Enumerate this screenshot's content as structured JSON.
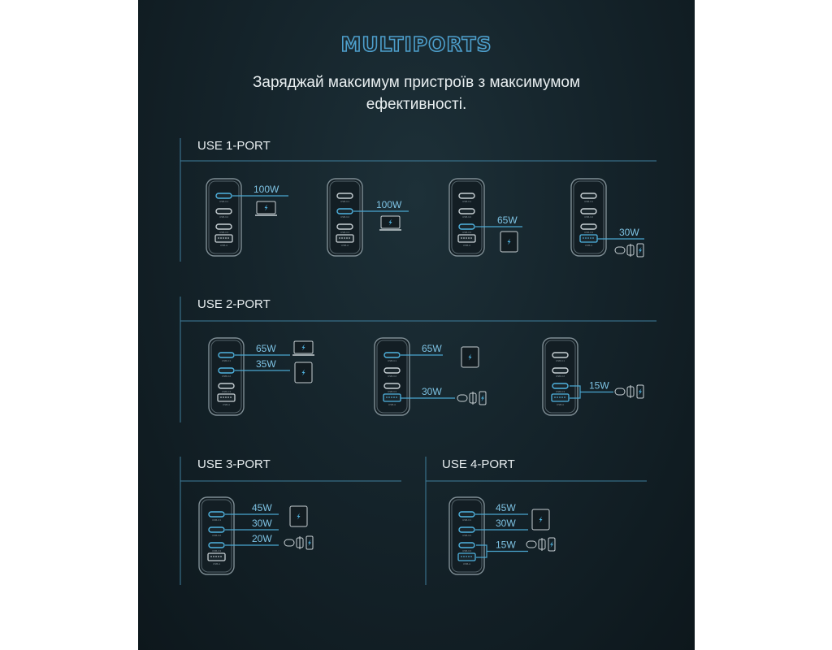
{
  "title": "MULTIPORTS",
  "subtitle_line1": "Заряджай максимум пристроїв з максимумом",
  "subtitle_line2": "ефективності.",
  "port_labels": [
    "USB-C1",
    "USB-C2",
    "USB-C3",
    "USB-A"
  ],
  "colors": {
    "accent": "#4fb3e0",
    "text_accent": "#7ec3e4",
    "line": "#4aa6d0",
    "inactive": "#c8d0d4"
  },
  "sections": [
    {
      "label": "USE 1-PORT",
      "configs": [
        {
          "active": [
            "C1"
          ],
          "outputs": [
            {
              "watts": "100W",
              "device": "laptop"
            }
          ]
        },
        {
          "active": [
            "C2"
          ],
          "outputs": [
            {
              "watts": "100W",
              "device": "laptop"
            }
          ]
        },
        {
          "active": [
            "C3"
          ],
          "outputs": [
            {
              "watts": "65W",
              "device": "tablet"
            }
          ]
        },
        {
          "active": [
            "A"
          ],
          "outputs": [
            {
              "watts": "30W",
              "device": "small-devices"
            }
          ]
        }
      ]
    },
    {
      "label": "USE 2-PORT",
      "configs": [
        {
          "active": [
            "C1",
            "C2"
          ],
          "outputs": [
            {
              "watts": "65W",
              "device": "laptop"
            },
            {
              "watts": "35W",
              "device": "tablet"
            }
          ]
        },
        {
          "active": [
            "C1",
            "A"
          ],
          "outputs": [
            {
              "watts": "65W",
              "device": "tablet"
            },
            {
              "watts": "30W",
              "device": "small-devices"
            }
          ]
        },
        {
          "active": [
            "C3",
            "A"
          ],
          "outputs": [
            {
              "watts": "15W",
              "device": "small-devices"
            }
          ]
        }
      ]
    },
    {
      "label": "USE 3-PORT",
      "configs": [
        {
          "active": [
            "C1",
            "C2",
            "C3"
          ],
          "outputs": [
            {
              "watts": "45W",
              "device": "tablet"
            },
            {
              "watts": "30W",
              "device": "tablet"
            },
            {
              "watts": "20W",
              "device": "small-devices"
            }
          ]
        }
      ]
    },
    {
      "label": "USE 4-PORT",
      "configs": [
        {
          "active": [
            "C1",
            "C2",
            "C3",
            "A"
          ],
          "outputs": [
            {
              "watts": "45W",
              "device": "tablet"
            },
            {
              "watts": "30W",
              "device": "tablet"
            },
            {
              "watts": "15W",
              "device": "small-devices"
            }
          ]
        }
      ]
    }
  ]
}
